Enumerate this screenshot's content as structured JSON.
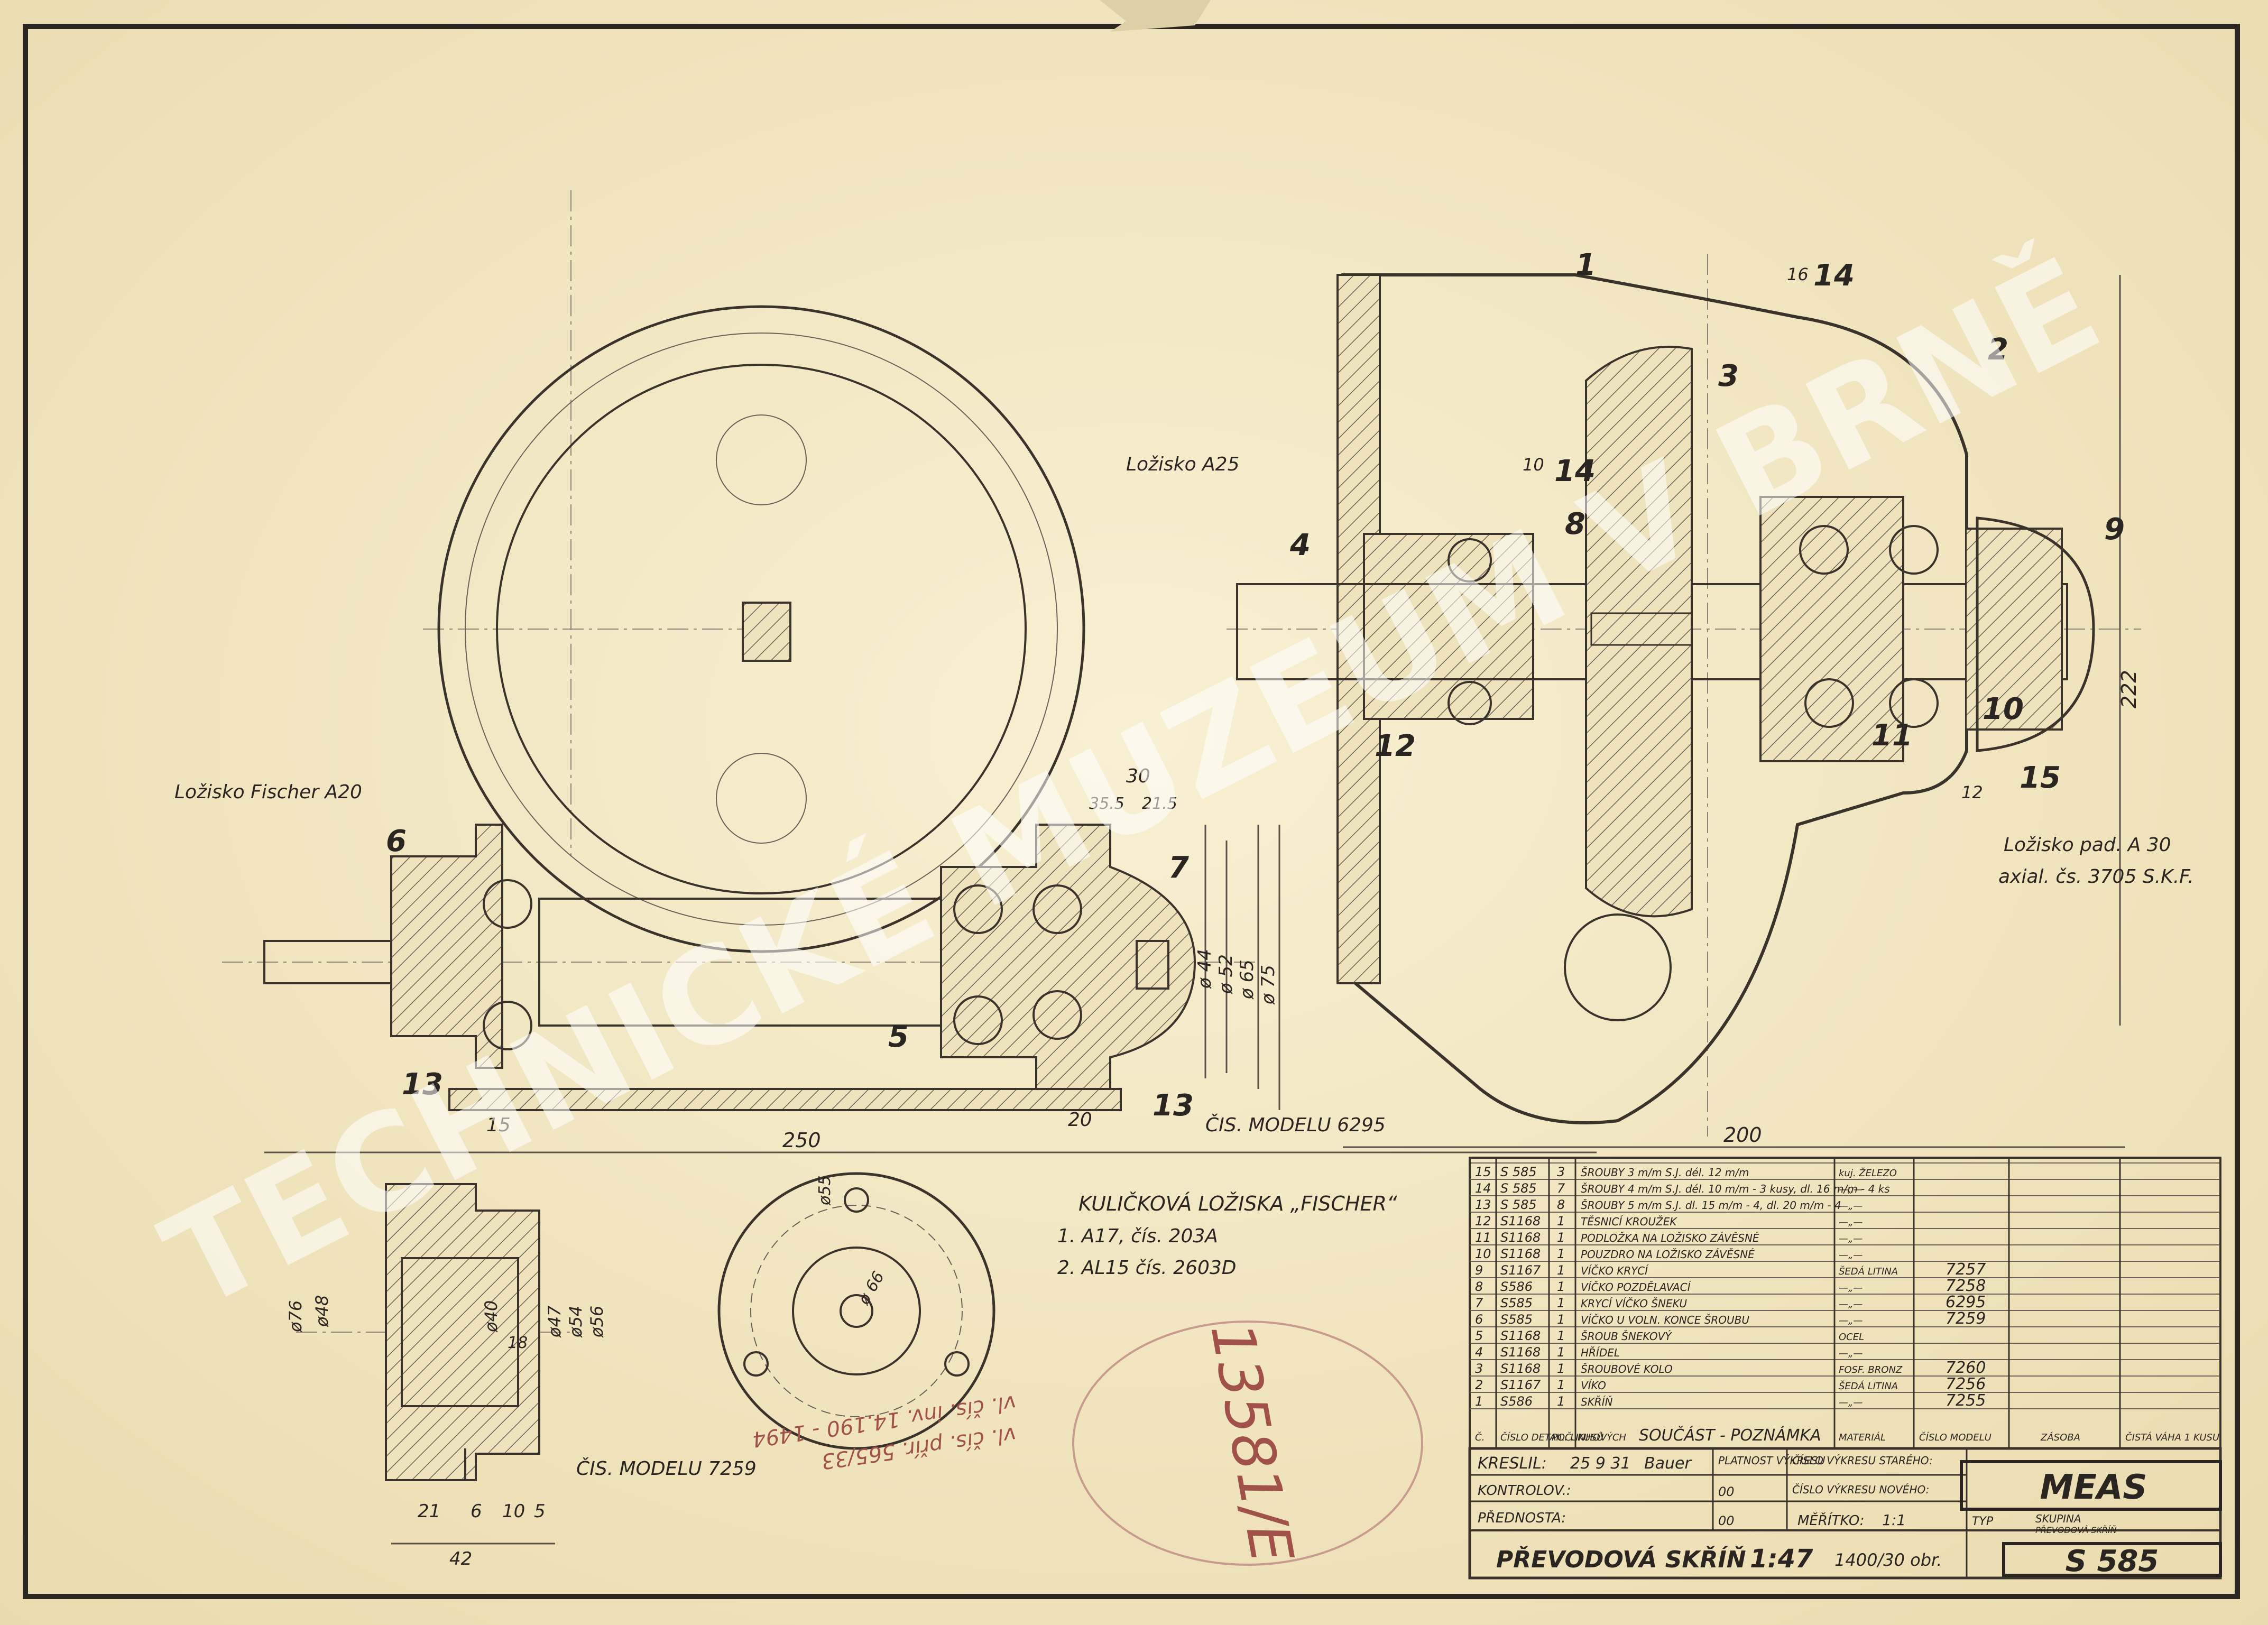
{
  "labels": {
    "bearing_a25": "Ložisko A25",
    "bearing_fischer_a20": "Ložisko Fischer A20",
    "bearing_a30_line1": "Ložisko pad. A 30",
    "bearing_a30_line2": "axial. čs. 3705 S.K.F.",
    "ball_bearings_title": "KULIČKOVÁ LOŽISKA „FISCHER“",
    "ball_bearings_1": "1. A17, čís. 203A",
    "ball_bearings_2": "2. AL15 čís. 2603D",
    "model_6295": "ČIS. MODELU 6295",
    "model_7259": "ČIS. MODELU 7259"
  },
  "callouts": [
    "1",
    "2",
    "3",
    "4",
    "5",
    "6",
    "7",
    "8",
    "9",
    "10",
    "11",
    "12",
    "13",
    "13",
    "14",
    "14",
    "15"
  ],
  "dimensions": {
    "d30": "30",
    "d35_5": "35.5",
    "d21_5": "21.5",
    "d15": "15",
    "d20": "20",
    "d250": "250",
    "d200": "200",
    "d222": "222",
    "d16": "16",
    "d10": "10",
    "d12": "12",
    "d21": "21",
    "d6": "6",
    "d10b": "10",
    "d5": "5",
    "d42": "42",
    "phi44": "ø 44",
    "phi52": "ø 52",
    "phi65": "ø 65",
    "phi75": "ø 75",
    "phi76": "ø76",
    "phi48": "ø48",
    "phi40": "ø40",
    "phi47": "ø47",
    "phi54": "ø54",
    "phi56": "ø56",
    "phi55": "ø55",
    "phi66": "ø 66",
    "d18": "18"
  },
  "inventory_notes": {
    "line1": "vl. čís. inv. 14.190 - 1494",
    "line2": "vl. čís. přír. 565/33"
  },
  "stamp": "13581/E",
  "watermark": "TECHNICKÉ MUZEUM V BRNĚ",
  "parts_header": {
    "no": "Č.",
    "drawing": "ČÍSLO DETAIL. LINHOVÝCH",
    "qty": "POČ. KUSŮ",
    "part": "SOUČÁST - POZNÁMKA",
    "material": "MATERIÁL",
    "model": "ČÍSLO MODELU",
    "stock": "ZÁSOBA",
    "weight": "ČISTÁ VÁHA 1 KUSU"
  },
  "parts": [
    {
      "no": "15",
      "drawing": "S 585",
      "qty": "3",
      "part": "ŠROUBY 3 m/m S.J. dél. 12 m/m",
      "material": "kuj. ŽELEZO",
      "model": ""
    },
    {
      "no": "14",
      "drawing": "S 585",
      "qty": "7",
      "part": "ŠROUBY 4 m/m S.J. dél. 10 m/m - 3 kusy, dl. 16 m/m - 4 ks",
      "material": "—„—",
      "model": ""
    },
    {
      "no": "13",
      "drawing": "S 585",
      "qty": "8",
      "part": "ŠROUBY 5 m/m S.J. dl. 15 m/m - 4, dl. 20 m/m - 4",
      "material": "—„—",
      "model": ""
    },
    {
      "no": "12",
      "drawing": "S1168",
      "qty": "1",
      "part": "TĚSNICÍ KROUŽEK",
      "material": "—„—",
      "model": ""
    },
    {
      "no": "11",
      "drawing": "S1168",
      "qty": "1",
      "part": "PODLOŽKA NA LOŽISKO ZÁVĚSNÉ",
      "material": "—„—",
      "model": ""
    },
    {
      "no": "10",
      "drawing": "S1168",
      "qty": "1",
      "part": "POUZDRO NA LOŽISKO ZÁVĚSNÉ",
      "material": "—„—",
      "model": ""
    },
    {
      "no": "9",
      "drawing": "S1167",
      "qty": "1",
      "part": "VÍČKO KRYCÍ",
      "material": "ŠEDÁ LITINA",
      "model": "7257"
    },
    {
      "no": "8",
      "drawing": "S586",
      "qty": "1",
      "part": "VÍČKO POZDĚLAVACÍ",
      "material": "—„—",
      "model": "7258"
    },
    {
      "no": "7",
      "drawing": "S585",
      "qty": "1",
      "part": "KRYCÍ VÍČKO ŠNEKU",
      "material": "—„—",
      "model": "6295"
    },
    {
      "no": "6",
      "drawing": "S585",
      "qty": "1",
      "part": "VÍČKO U VOLN. KONCE ŠROUBU",
      "material": "—„—",
      "model": "7259"
    },
    {
      "no": "5",
      "drawing": "S1168",
      "qty": "1",
      "part": "ŠROUB ŠNEKOVÝ",
      "material": "OCEL",
      "model": ""
    },
    {
      "no": "4",
      "drawing": "S1168",
      "qty": "1",
      "part": "HŘÍDEL",
      "material": "—„—",
      "model": ""
    },
    {
      "no": "3",
      "drawing": "S1168",
      "qty": "1",
      "part": "ŠROUBOVÉ KOLO",
      "material": "FOSF. BRONZ",
      "model": "7260"
    },
    {
      "no": "2",
      "drawing": "S1167",
      "qty": "1",
      "part": "VÍKO",
      "material": "ŠEDÁ LITINA",
      "model": "7256"
    },
    {
      "no": "1",
      "drawing": "S586",
      "qty": "1",
      "part": "SKŘÍŇ",
      "material": "—„—",
      "model": "7255"
    }
  ],
  "title_block": {
    "drew_label": "KRESLIL:",
    "drew_date": "25 9 31",
    "drew_sign": "Bauer",
    "checked_label": "KONTROLOV.:",
    "head_label": "PŘEDNOSTA:",
    "validity": "PLATNOST VÝKRESU",
    "old_drawing": "ČÍSLO VÝKRESU STARÉHO:",
    "new_drawing": "ČÍSLO VÝKRESU NOVÉHO:",
    "zero1": "00",
    "zero2": "00",
    "scale_label": "MĚŘÍTKO:",
    "scale": "1:1",
    "company": "MEAS",
    "type_label": "TYP",
    "group_label": "SKUPINA",
    "group_value": "PŘEVODOVÁ SKŘÍŇ",
    "title": "PŘEVODOVÁ SKŘÍŇ",
    "ratio": "1:47",
    "speed": "1400/30 obr.",
    "drawing_number": "S 585"
  }
}
